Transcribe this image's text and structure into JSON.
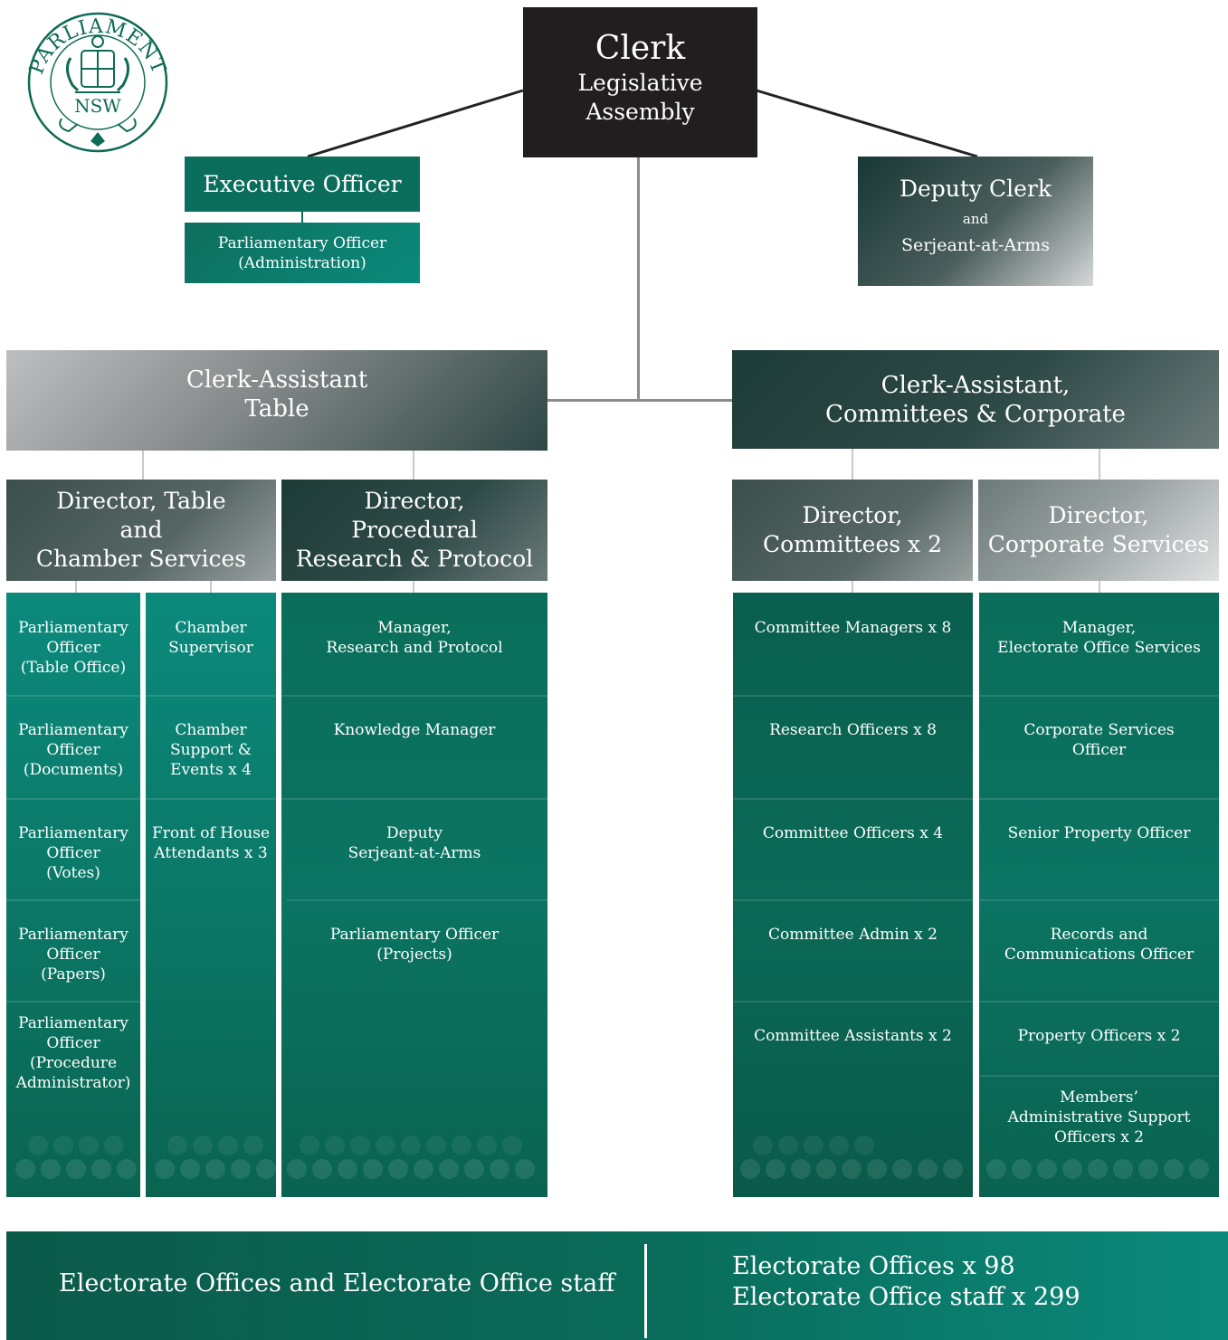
{
  "logo": {
    "top_text": "PARLIAMENT",
    "bottom_text": "NSW"
  },
  "clerk": {
    "title": "Clerk",
    "subtitle_1": "Legislative",
    "subtitle_2": "Assembly"
  },
  "executive_officer": {
    "title": "Executive Officer",
    "sub_1": "Parliamentary Officer",
    "sub_2": "(Administration)"
  },
  "deputy_clerk": {
    "title": "Deputy Clerk",
    "and": "and",
    "sub": "Serjeant-at-Arms"
  },
  "ca_table": {
    "line_1": "Clerk-Assistant",
    "line_2": "Table"
  },
  "ca_committees": {
    "line_1": "Clerk-Assistant,",
    "line_2": "Committees & Corporate"
  },
  "dir_table": {
    "line_1": "Director, Table",
    "line_2": "and",
    "line_3": "Chamber Services"
  },
  "dir_procedural": {
    "line_1": "Director,",
    "line_2": "Procedural",
    "line_3": "Research & Protocol"
  },
  "dir_committees": {
    "line_1": "Director,",
    "line_2": "Committees x 2"
  },
  "dir_corporate": {
    "line_1": "Director,",
    "line_2": "Corporate Services"
  },
  "col_parl_officers": [
    {
      "l1": "Parliamentary",
      "l2": "Officer",
      "l3": "(Table Office)",
      "l4": ""
    },
    {
      "l1": "Parliamentary",
      "l2": "Officer",
      "l3": "(Documents)",
      "l4": ""
    },
    {
      "l1": "Parliamentary",
      "l2": "Officer",
      "l3": "(Votes)",
      "l4": ""
    },
    {
      "l1": "Parliamentary",
      "l2": "Officer",
      "l3": "(Papers)",
      "l4": ""
    },
    {
      "l1": "Parliamentary",
      "l2": "Officer",
      "l3": "(Procedure",
      "l4": "Administrator)"
    }
  ],
  "col_chamber": [
    {
      "l1": "Chamber",
      "l2": "Supervisor",
      "l3": ""
    },
    {
      "l1": "Chamber",
      "l2": "Support &",
      "l3": "Events x 4"
    },
    {
      "l1": "Front of House",
      "l2": "Attendants x 3",
      "l3": ""
    }
  ],
  "col_procedural": [
    {
      "l1": "Manager,",
      "l2": "Research and Protocol"
    },
    {
      "l1": "Knowledge Manager",
      "l2": ""
    },
    {
      "l1": "Deputy",
      "l2": "Serjeant-at-Arms"
    },
    {
      "l1": "Parliamentary Officer",
      "l2": "(Projects)"
    }
  ],
  "col_committees": [
    {
      "l1": "Committee Managers x 8"
    },
    {
      "l1": "Research Officers x 8"
    },
    {
      "l1": "Committee Officers x 4"
    },
    {
      "l1": "Committee Admin x 2"
    },
    {
      "l1": "Committee Assistants x 2"
    }
  ],
  "col_corporate": [
    {
      "l1": "Manager,",
      "l2": "Electorate Office Services",
      "l3": ""
    },
    {
      "l1": "Corporate Services",
      "l2": "Officer",
      "l3": ""
    },
    {
      "l1": "Senior Property Officer",
      "l2": "",
      "l3": ""
    },
    {
      "l1": "Records and",
      "l2": "Communications Officer",
      "l3": ""
    },
    {
      "l1": "Property Officers x 2",
      "l2": "",
      "l3": ""
    },
    {
      "l1": "Members’",
      "l2": "Administrative Support",
      "l3": "Officers x 2"
    }
  ],
  "electorate": {
    "left_label": "Electorate Offices and Electorate Office staff",
    "right_line_1": "Electorate Offices x 98",
    "right_line_2": "Electorate Office staff x 299"
  },
  "colors": {
    "teal": "#0b6e5c",
    "dark": "#221e1f",
    "line": "#8c8c8c"
  }
}
